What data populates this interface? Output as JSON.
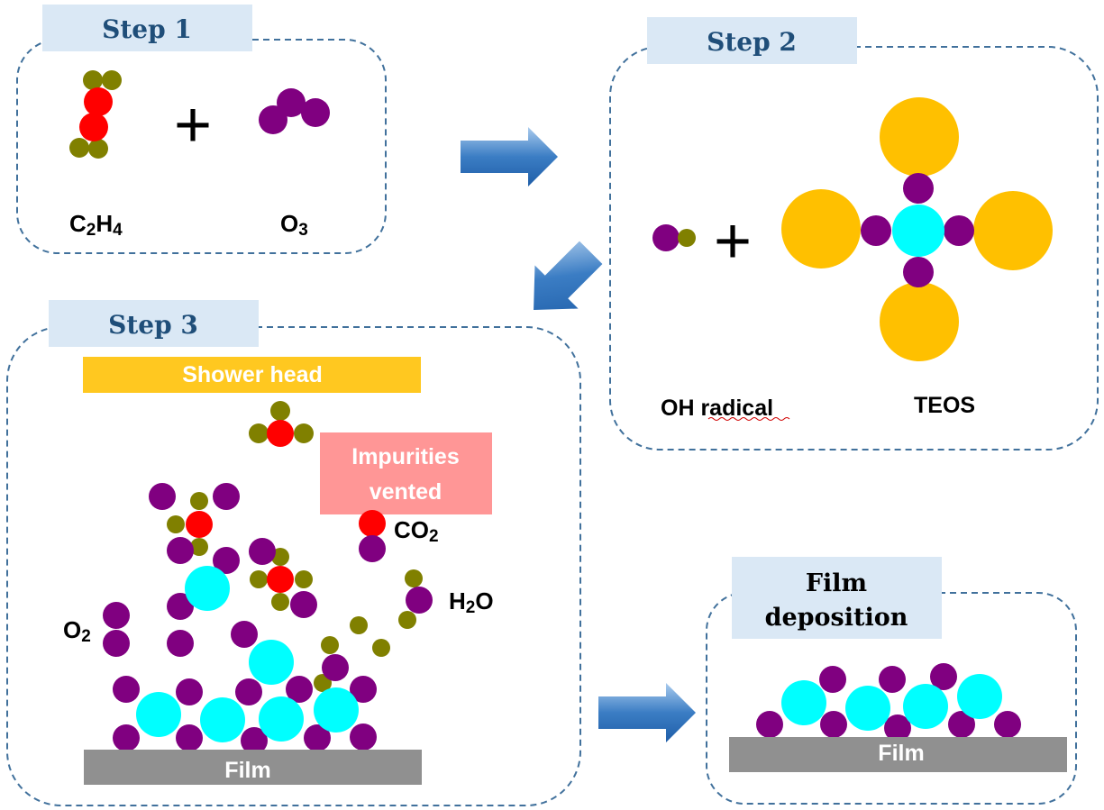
{
  "steps": {
    "step1": {
      "title": "Step 1",
      "reactant_a": {
        "label_main": "C",
        "label_sub1": "2",
        "label_mid": "H",
        "label_sub2": "4"
      },
      "reactant_b": {
        "label_main": "O",
        "label_sub1": "3"
      }
    },
    "step2": {
      "title": "Step 2",
      "reactant_a": "OH radical",
      "reactant_b": "TEOS"
    },
    "step3": {
      "title": "Step 3",
      "shower_head": "Shower head",
      "impurities_line1": "Impurities",
      "impurities_line2": "vented",
      "co2": {
        "main": "CO",
        "sub": "2"
      },
      "h2o": {
        "main": "H",
        "sub": "2",
        "tail": "O"
      },
      "o2": {
        "main": "O",
        "sub": "2"
      },
      "film": "Film"
    },
    "step4": {
      "title_line1": "Film",
      "title_line2": "deposition",
      "film": "Film"
    }
  },
  "plus_sign": "+",
  "colors": {
    "carbon_red": "#ff0000",
    "hydrogen_olive": "#808000",
    "oxygen_purple": "#800080",
    "silicon_cyan": "#00ffff",
    "ethoxy_orange": "#ffc000",
    "tab_fill": "#dae8f5",
    "tab_text": "#1f4e79",
    "dashed_border": "#41719c",
    "shower_head": "#ffc820",
    "impurities_box": "#ff9696",
    "film": "#909090",
    "arrow": "#3b7dc4"
  },
  "icons": [
    "right-arrow-icon",
    "down-left-arrow-icon"
  ]
}
